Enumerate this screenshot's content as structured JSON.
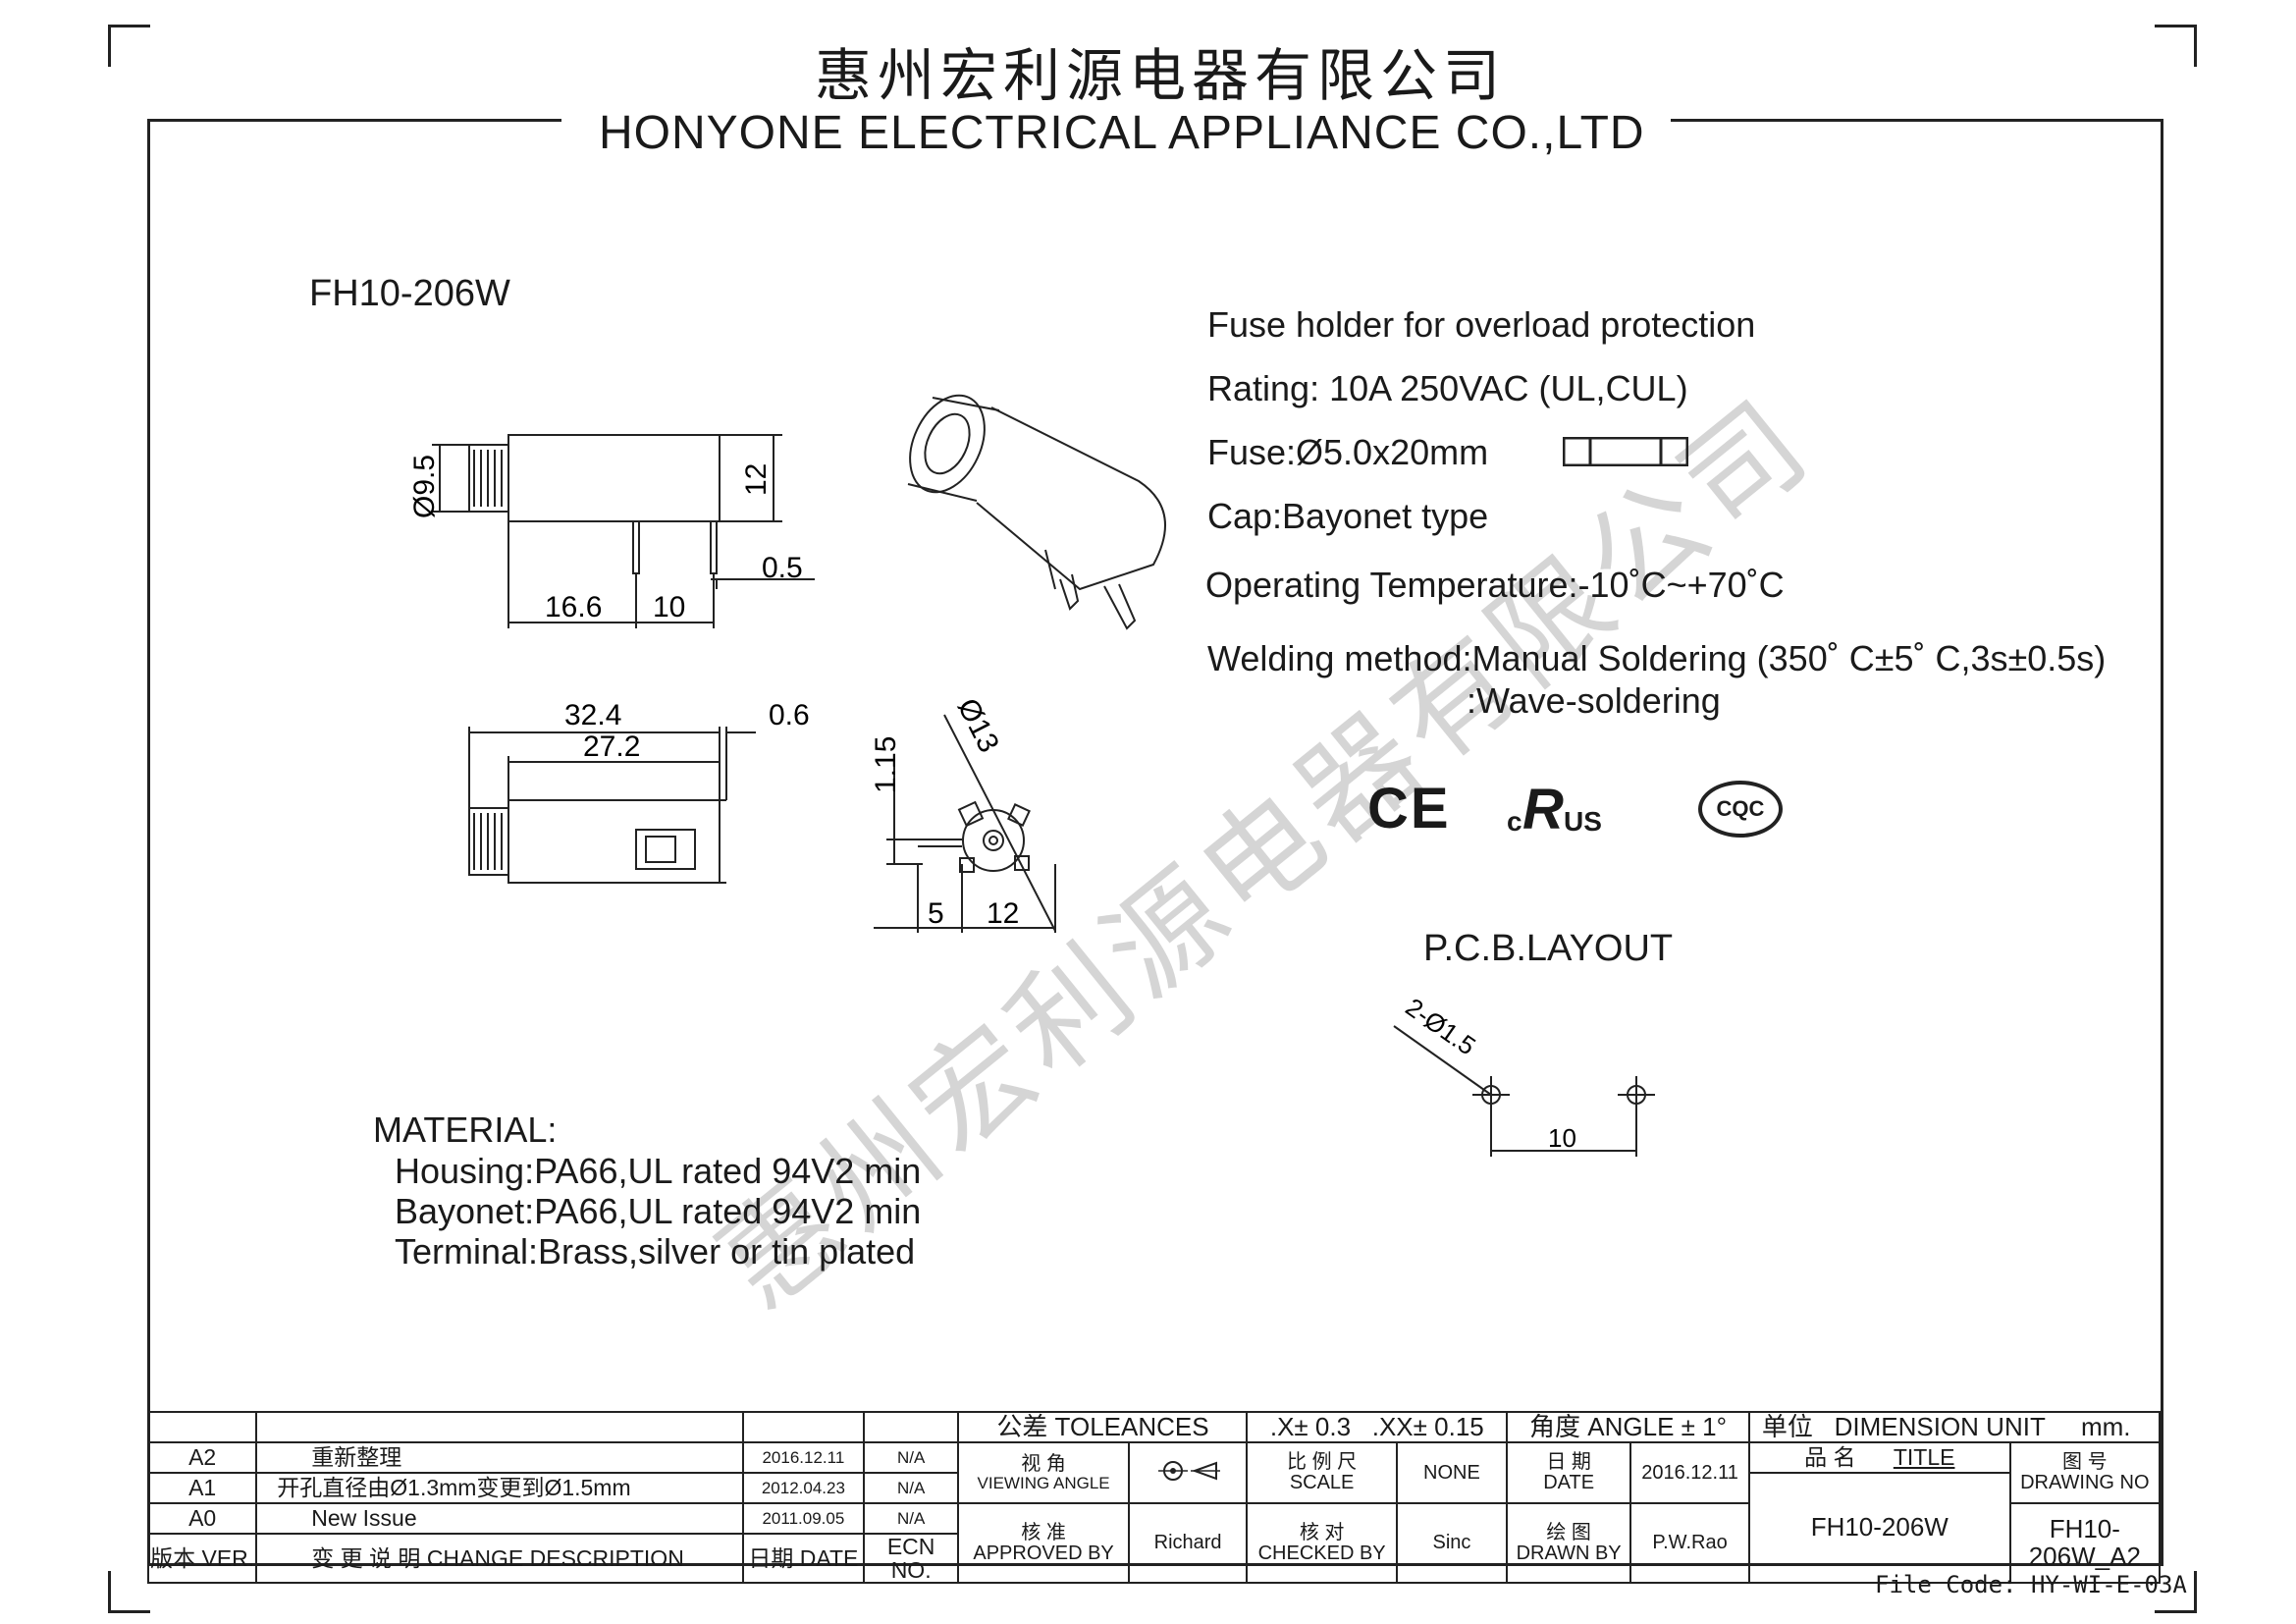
{
  "header": {
    "company_cn": "惠州宏利源电器有限公司",
    "company_en": "HONYONE ELECTRICAL APPLIANCE  CO.,LTD"
  },
  "watermark": "惠州宏利源电器有限公司",
  "model": "FH10-206W",
  "specs": {
    "description": "Fuse holder for overload protection",
    "rating": "Rating: 10A 250VAC (UL,CUL)",
    "fuse": "Fuse:Ø5.0x20mm",
    "cap": "Cap:Bayonet type",
    "temperature": "Operating Temperature:-10˚C~+70˚C",
    "welding_1": "Welding method:Manual Soldering (350˚ C±5˚ C,3s±0.5s)",
    "welding_2": ":Wave-soldering"
  },
  "certifications": {
    "ce": "CE",
    "ul_c": "c",
    "ul_r": "R",
    "ul_us": "US",
    "cqc": "CQC"
  },
  "dimensions": {
    "side_diameter": "Ø9.5",
    "side_height": "12",
    "side_pin": "0.5",
    "side_len_a": "16.6",
    "side_len_b": "10",
    "top_len_total": "32.4",
    "top_len_inner": "27.2",
    "top_pin": "0.6",
    "end_diameter": "Ø13",
    "end_offset": "1.15",
    "end_a": "5",
    "end_b": "12"
  },
  "pcb": {
    "title": "P.C.B.LAYOUT",
    "holes": "2-Ø1.5",
    "pitch": "10"
  },
  "material": {
    "title": "MATERIAL:",
    "housing": "Housing:PA66,UL rated 94V2 min",
    "bayonet": "Bayonet:PA66,UL rated 94V2 min",
    "terminal": "Terminal:Brass,silver or tin plated"
  },
  "title_block": {
    "tolerance_label": "公差 TOLEANCES",
    "tol_x": ".X± 0.3",
    "tol_xx": ".XX± 0.15",
    "angle": "角度 ANGLE ± 1°",
    "unit_cn": "单位",
    "unit_en": "DIMENSION UNIT",
    "unit_val": "mm.",
    "revisions": [
      {
        "ver": "A2",
        "desc": "重新整理",
        "date": "2016.12.11",
        "ecn": "N/A"
      },
      {
        "ver": "A1",
        "desc": "开孔直径由Ø1.3mm变更到Ø1.5mm",
        "date": "2012.04.23",
        "ecn": "N/A"
      },
      {
        "ver": "A0",
        "desc": "New Issue",
        "date": "2011.09.05",
        "ecn": "N/A"
      }
    ],
    "hdr_ver": "版本 VER.",
    "hdr_desc": "变 更 说 明  CHANGE DESCRIPTION",
    "hdr_date": "日期 DATE",
    "hdr_ecn": "ECN NO.",
    "view_cn": "视 角",
    "view_en": "VIEWING ANGLE",
    "scale_cn": "比 例 尺",
    "scale_en": "SCALE",
    "scale_val": "NONE",
    "date_cn": "日 期",
    "date_en": "DATE",
    "date_val": "2016.12.11",
    "title_cn": "品   名",
    "title_en": "TITLE",
    "title_val": "FH10-206W",
    "dwg_cn": "图   号",
    "dwg_en": "DRAWING NO",
    "dwg_val": "FH10-206W_A2",
    "approved_cn": "核 准",
    "approved_en": "APPROVED BY",
    "approved_val": "Richard",
    "checked_cn": "核 对",
    "checked_en": "CHECKED BY",
    "checked_val": "Sinc",
    "drawn_cn": "绘 图",
    "drawn_en": "DRAWN BY",
    "drawn_val": "P.W.Rao"
  },
  "file_code": "File Code: HY-WI-E-03A"
}
